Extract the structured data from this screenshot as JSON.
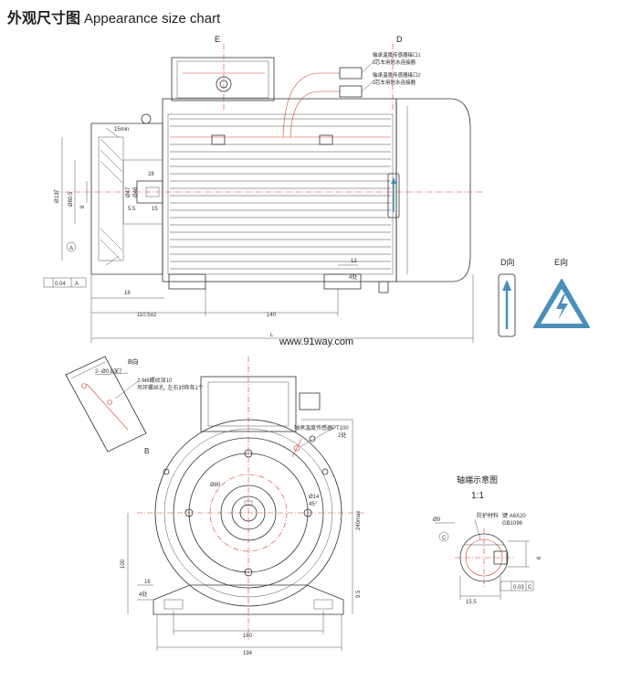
{
  "title": {
    "cn": "外观尺寸图",
    "en": "Appearance size chart"
  },
  "view_labels": {
    "e": "E",
    "d": "D",
    "b_dir": "B向",
    "b": "B",
    "d_dir": "D向",
    "e_dir": "E向",
    "shaft_cn": "轴端示意图",
    "scale": "1:1"
  },
  "notes": {
    "bearing1": "轴承温度传感器接口1",
    "bearing1_sub": "2芯车用防水连接器",
    "bearing2": "轴承温度传感器接口2",
    "bearing2_sub": "2芯车用防水连接器",
    "pt100": "轴承温度传感器PT100",
    "pt100_sub": "2处",
    "holes": "2- Ø0.8深7",
    "m6": "2-M6螺纹深10",
    "m6_sub": "吊环螺丝孔, 左右对称各1个",
    "guard": "防护材料",
    "key": "键 A6X20",
    "gb": "GB1096"
  },
  "dims_side": {
    "min": "15min",
    "d28": "28",
    "d5_5": "5.5",
    "d15": "15",
    "d46": "Ø46",
    "d47": "Ø47",
    "d137": "Ø137",
    "d80": "Ø80.5",
    "d8": "8",
    "d12": "12",
    "d4": "4处",
    "d18": "18",
    "d110": "110.5±2",
    "d140": "140",
    "L": "L",
    "d004": "0.04",
    "A": "A",
    "circleA": "A"
  },
  "dims_front": {
    "d160": "160",
    "d194": "194",
    "d100": "100",
    "d16": "16",
    "d4": "4处",
    "d9": "9.5",
    "d240": "240max",
    "d80": "Ø80",
    "d14": "Ø14",
    "ang": "45°"
  },
  "dims_shaft": {
    "d9": "Ø9",
    "d6": "6",
    "d15": "15.5",
    "d003": "0.03",
    "C": "C",
    "circleC": "C",
    "tol": "0.03"
  },
  "watermark": "www.91way.com",
  "colors": {
    "line": "#333333",
    "accent": "#d04030",
    "arrow": "#4a90b8"
  },
  "icons": [
    "up-arrow-icon",
    "high-voltage-icon"
  ]
}
